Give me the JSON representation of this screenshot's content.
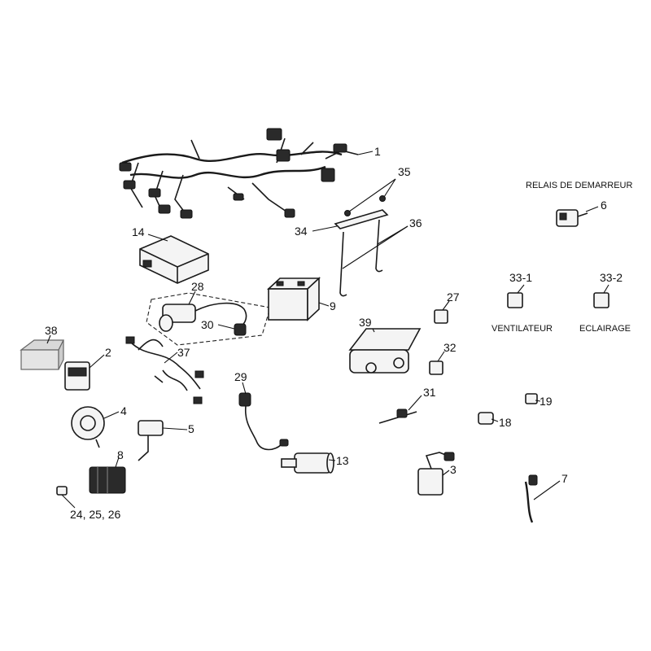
{
  "callouts": {
    "c1": "1",
    "c2": "2",
    "c3": "3",
    "c4": "4",
    "c5": "5",
    "c6": "6",
    "c7": "7",
    "c8": "8",
    "c9": "9",
    "c13": "13",
    "c14": "14",
    "c18": "18",
    "c19": "19",
    "c24_26": "24, 25, 26",
    "c27": "27",
    "c28": "28",
    "c29": "29",
    "c30": "30",
    "c31": "31",
    "c32": "32",
    "c33_1": "33-1",
    "c33_2": "33-2",
    "c34": "34",
    "c35": "35",
    "c36": "36",
    "c37": "37",
    "c38": "38",
    "c39": "39"
  },
  "captions": {
    "starter_relay": "RELAIS DE DEMARREUR",
    "fan": "VENTILATEUR",
    "lighting": "ECLAIRAGE"
  }
}
